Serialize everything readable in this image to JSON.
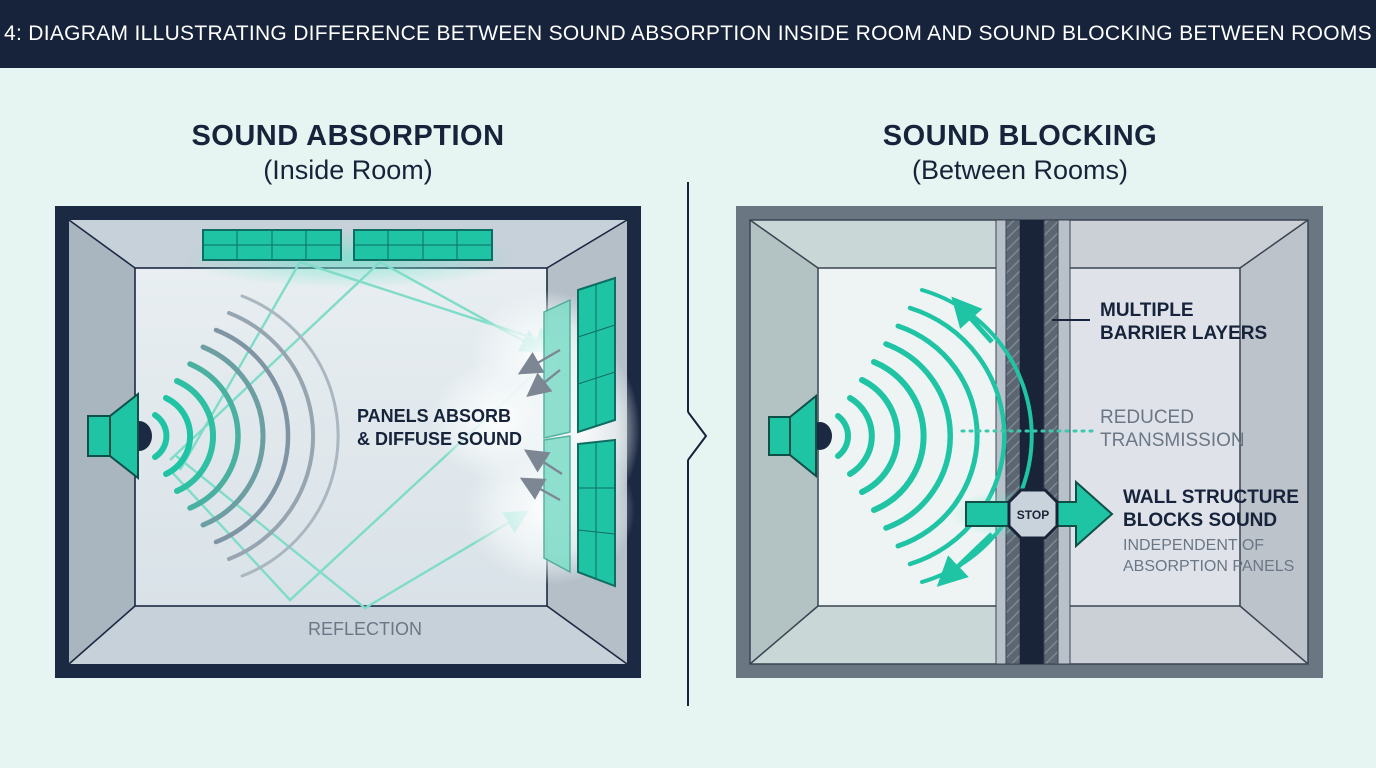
{
  "header": {
    "title": "4: DIAGRAM ILLUSTRATING DIFFERENCE BETWEEN SOUND ABSORPTION INSIDE ROOM AND SOUND BLOCKING BETWEEN ROOMS"
  },
  "left_panel": {
    "title": "SOUND ABSORPTION",
    "subtitle": "(Inside Room)",
    "annotation_line1": "PANELS ABSORB",
    "annotation_line2": "& DIFFUSE SOUND",
    "reflection_label": "REFLECTION"
  },
  "right_panel": {
    "title": "SOUND BLOCKING",
    "subtitle": "(Between Rooms)",
    "layers_line1": "MULTIPLE",
    "layers_line2": "BARRIER LAYERS",
    "reduced_line1": "REDUCED",
    "reduced_line2": "TRANSMISSION",
    "wall_line1": "WALL STRUCTURE",
    "wall_line2": "BLOCKS SOUND",
    "independent_line1": "INDEPENDENT OF",
    "independent_line2": "ABSORPTION PANELS",
    "stop_sign": "STOP"
  },
  "icons": {
    "speaker_left": "speaker-icon",
    "speaker_right": "speaker-icon",
    "stop": "stop-sign-icon"
  },
  "colors": {
    "background": "#e6f5f1",
    "navy": "#16233b",
    "teal": "#1fc4a4",
    "muted_text": "#6b7786"
  }
}
